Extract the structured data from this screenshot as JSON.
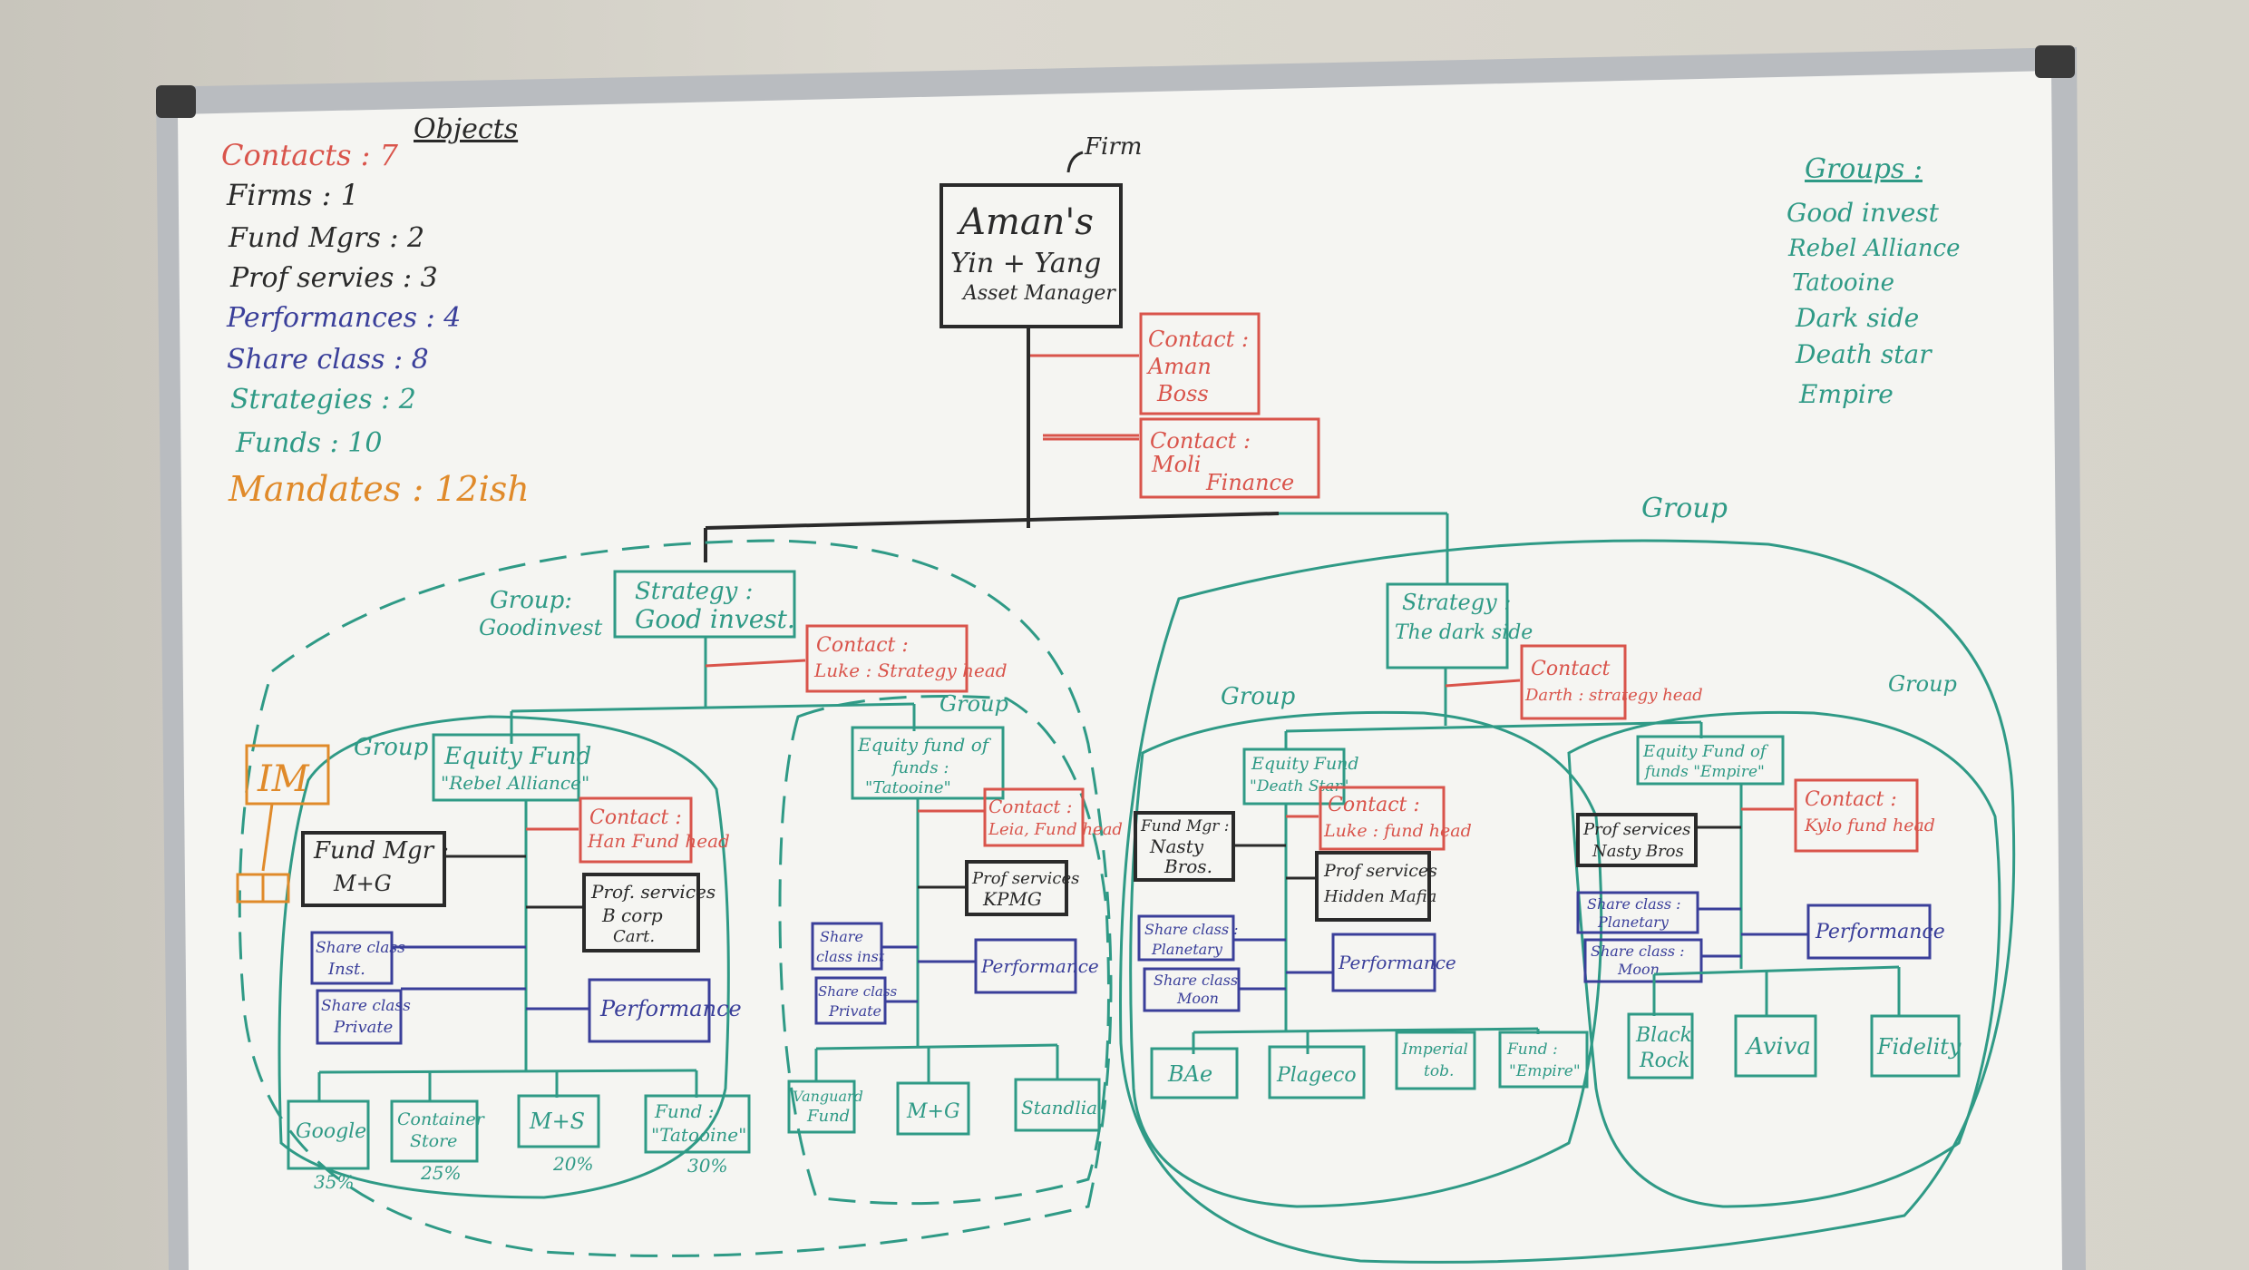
{
  "counts": {
    "heading": "Objects",
    "items": [
      {
        "label": "Contacts : 7",
        "color": "#d9544b"
      },
      {
        "label": "Firms : 1",
        "color": "#2a2a2a"
      },
      {
        "label": "Fund Mgrs : 2",
        "color": "#2a2a2a"
      },
      {
        "label": "Prof servies : 3",
        "color": "#2a2a2a"
      },
      {
        "label": "Performances : 4",
        "color": "#3a3f9a"
      },
      {
        "label": "Share class : 8",
        "color": "#3a3f9a"
      },
      {
        "label": "Strategies : 2",
        "color": "#2f9a86"
      },
      {
        "label": "Funds : 10",
        "color": "#2f9a86"
      },
      {
        "label": "Mandates : 12ish",
        "color": "#e08a2a"
      }
    ]
  },
  "groups_list": {
    "heading": "Groups :",
    "items": [
      "Good invest",
      "Rebel Alliance",
      "Tatooine",
      "Dark side",
      "Death star",
      "Empire"
    ]
  },
  "firm": {
    "tag": "Firm",
    "lines": [
      "Aman's",
      "Yin + Yang",
      "Asset Manager"
    ]
  },
  "firm_contacts": [
    [
      "Contact :",
      "Aman",
      "Boss"
    ],
    [
      "Contact :",
      "Moli",
      "Finance"
    ]
  ],
  "group_labels": {
    "left_outer": [
      "Group:",
      "Goodinvest"
    ],
    "right_outer": "Group",
    "rebel": "Group",
    "tatooine": "Group",
    "deathstar": "Group",
    "empire": "Group"
  },
  "strategies": {
    "left": {
      "lines": [
        "Strategy :",
        "Good invest."
      ],
      "contact": [
        "Contact :",
        "Luke : Strategy head"
      ]
    },
    "right": {
      "lines": [
        "Strategy :",
        "The dark side"
      ],
      "contact": [
        "Contact",
        "Darth : strategy head"
      ]
    }
  },
  "rebel": {
    "fund": [
      "Equity Fund",
      "\"Rebel Alliance\""
    ],
    "contact": [
      "Contact :",
      "Han Fund head"
    ],
    "fund_mgr": [
      "Fund Mgr :",
      "M+G"
    ],
    "prof": [
      "Prof. services",
      "B corp",
      "Cart."
    ],
    "share1": [
      "Share class",
      "Inst."
    ],
    "share2": [
      "Share class",
      "Private"
    ],
    "performance": "Performance",
    "mandates": [
      {
        "name": [
          "Google"
        ],
        "pct": "35%"
      },
      {
        "name": [
          "Container",
          "Store"
        ],
        "pct": "25%"
      },
      {
        "name": [
          "M+S"
        ],
        "pct": "20%"
      },
      {
        "name": [
          "Fund :",
          "\"Tatooine\""
        ],
        "pct": "30%"
      }
    ]
  },
  "tatooine": {
    "fund": [
      "Equity fund of",
      "funds :",
      "\"Tatooine\""
    ],
    "contact": [
      "Contact :",
      "Leia, Fund head"
    ],
    "prof": [
      "Prof services",
      "KPMG"
    ],
    "share1": [
      "Share",
      "class inst"
    ],
    "share2": [
      "Share class",
      "Private"
    ],
    "performance": "Performance",
    "mandates": [
      [
        "Vanguard",
        "Fund"
      ],
      [
        "M+G"
      ],
      [
        "Standlia"
      ]
    ]
  },
  "deathstar": {
    "fund": [
      "Equity Fund",
      "\"Death Star\""
    ],
    "contact": [
      "Contact :",
      "Luke : fund head"
    ],
    "fund_mgr": [
      "Fund Mgr :",
      "Nasty",
      "Bros."
    ],
    "prof": [
      "Prof services",
      "Hidden Mafia"
    ],
    "share1": [
      "Share class :",
      "Planetary"
    ],
    "share2": [
      "Share class",
      "Moon"
    ],
    "performance": "Performance",
    "mandates": [
      [
        "BAe"
      ],
      [
        "Plageco"
      ],
      [
        "Imperial",
        "tob."
      ],
      [
        "Fund :",
        "\"Empire\""
      ]
    ]
  },
  "empire": {
    "fund": [
      "Equity Fund of",
      "funds \"Empire\""
    ],
    "contact": [
      "Contact :",
      "Kylo fund head"
    ],
    "prof": [
      "Prof services",
      "Nasty Bros"
    ],
    "share1": [
      "Share class :",
      "Planetary"
    ],
    "share2": [
      "Share class :",
      "Moon"
    ],
    "performance": "Performance",
    "mandates": [
      [
        "Black",
        "Rock"
      ],
      [
        "Aviva"
      ],
      [
        "Fidelity"
      ]
    ]
  },
  "side_icon": "IM"
}
